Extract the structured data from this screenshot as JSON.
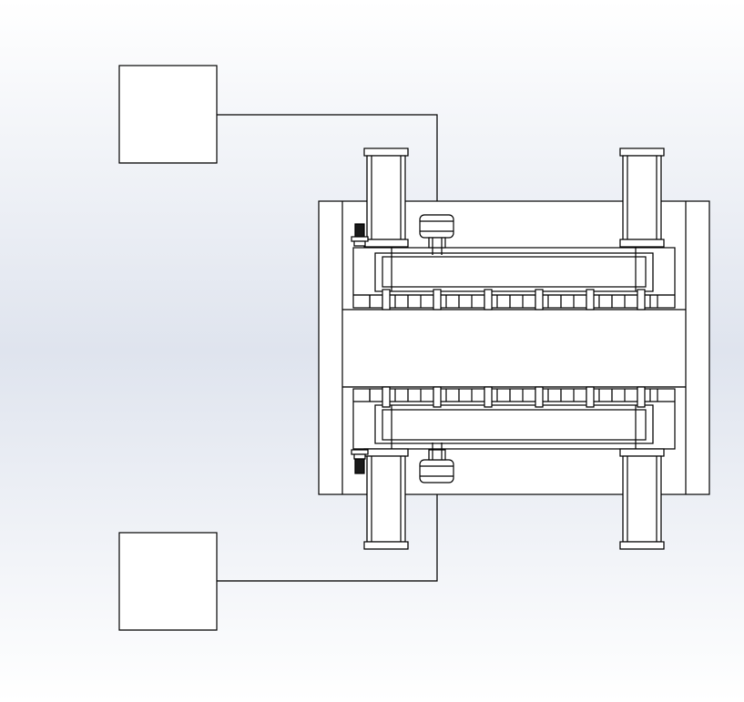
{
  "theme": {
    "background_top": "#ffffff",
    "background_mid": "#dfe4ee",
    "background_bottom": "#ffffff",
    "line_color": "#000000",
    "fill_color": "#ffffff",
    "sensor_color": "#1a1a1a"
  },
  "diagram": {
    "components": [
      {
        "name": "controller-box-top",
        "label": ""
      },
      {
        "name": "controller-box-bottom",
        "label": ""
      },
      {
        "name": "main-frame",
        "label": ""
      },
      {
        "name": "upper-platen-assembly",
        "label": ""
      },
      {
        "name": "lower-platen-assembly",
        "label": ""
      },
      {
        "name": "upper-left-cylinder",
        "label": ""
      },
      {
        "name": "upper-right-cylinder",
        "label": ""
      },
      {
        "name": "lower-left-cylinder",
        "label": ""
      },
      {
        "name": "lower-right-cylinder",
        "label": ""
      },
      {
        "name": "upper-actuator",
        "label": ""
      },
      {
        "name": "lower-actuator",
        "label": ""
      }
    ],
    "connections": [
      {
        "from": "controller-box-top",
        "to": "upper-actuator"
      },
      {
        "from": "controller-box-bottom",
        "to": "lower-actuator"
      }
    ]
  }
}
